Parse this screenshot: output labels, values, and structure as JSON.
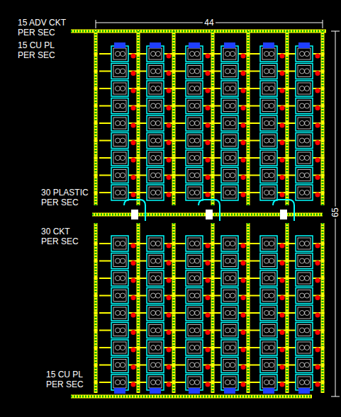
{
  "diagram": {
    "labels": [
      "15 ADV CKT PER SEC",
      "15 CU PL PER SEC",
      "30 PLASTIC PER SEC",
      "30 CKT PER SEC",
      "15 CU PL PER SEC",
      "44",
      "65"
    ]
  }
}
